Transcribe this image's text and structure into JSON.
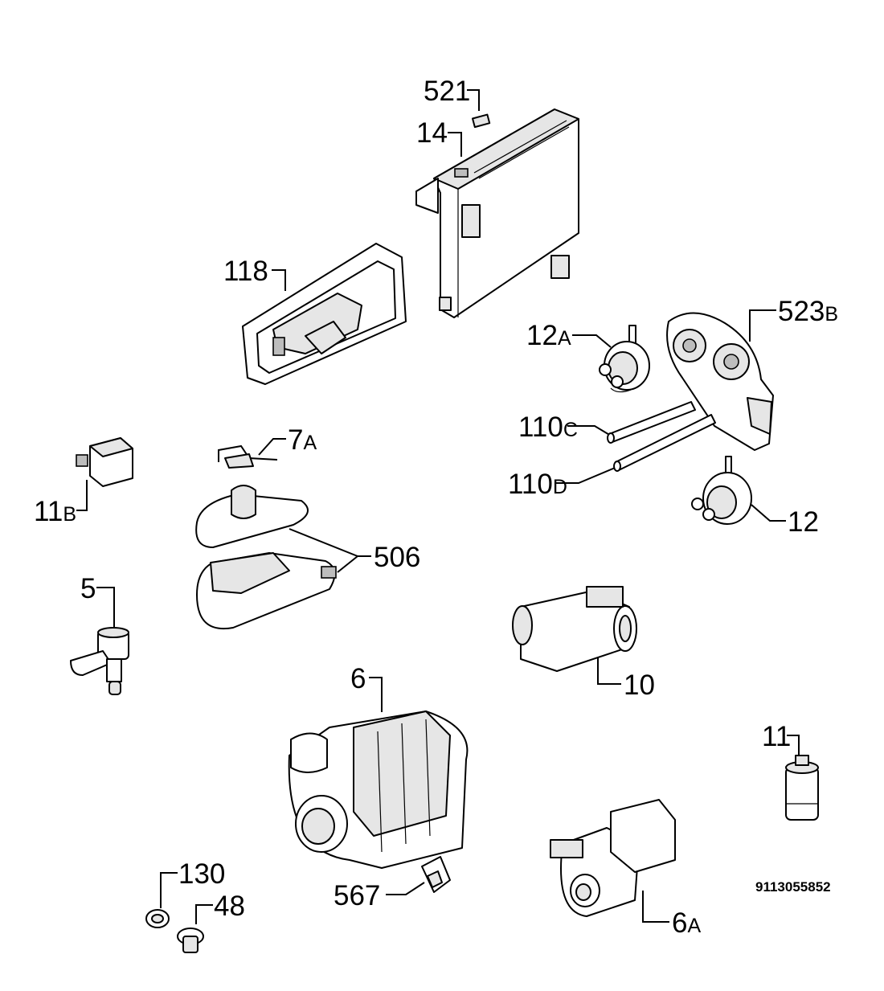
{
  "diagram": {
    "code": "9113055852",
    "labels": [
      {
        "id": "521",
        "num": "521",
        "suffix": ""
      },
      {
        "id": "14",
        "num": "14",
        "suffix": ""
      },
      {
        "id": "118",
        "num": "118",
        "suffix": ""
      },
      {
        "id": "12A",
        "num": "12",
        "suffix": "A"
      },
      {
        "id": "523B",
        "num": "523",
        "suffix": "B"
      },
      {
        "id": "7A",
        "num": "7",
        "suffix": "A"
      },
      {
        "id": "110C",
        "num": "110",
        "suffix": "C"
      },
      {
        "id": "110D",
        "num": "110",
        "suffix": "D"
      },
      {
        "id": "11B",
        "num": "11",
        "suffix": "B"
      },
      {
        "id": "12",
        "num": "12",
        "suffix": ""
      },
      {
        "id": "506",
        "num": "506",
        "suffix": ""
      },
      {
        "id": "5",
        "num": "5",
        "suffix": ""
      },
      {
        "id": "6",
        "num": "6",
        "suffix": ""
      },
      {
        "id": "10",
        "num": "10",
        "suffix": ""
      },
      {
        "id": "11",
        "num": "11",
        "suffix": ""
      },
      {
        "id": "130",
        "num": "130",
        "suffix": ""
      },
      {
        "id": "48",
        "num": "48",
        "suffix": ""
      },
      {
        "id": "567",
        "num": "567",
        "suffix": ""
      },
      {
        "id": "6A",
        "num": "6",
        "suffix": "A"
      }
    ]
  }
}
